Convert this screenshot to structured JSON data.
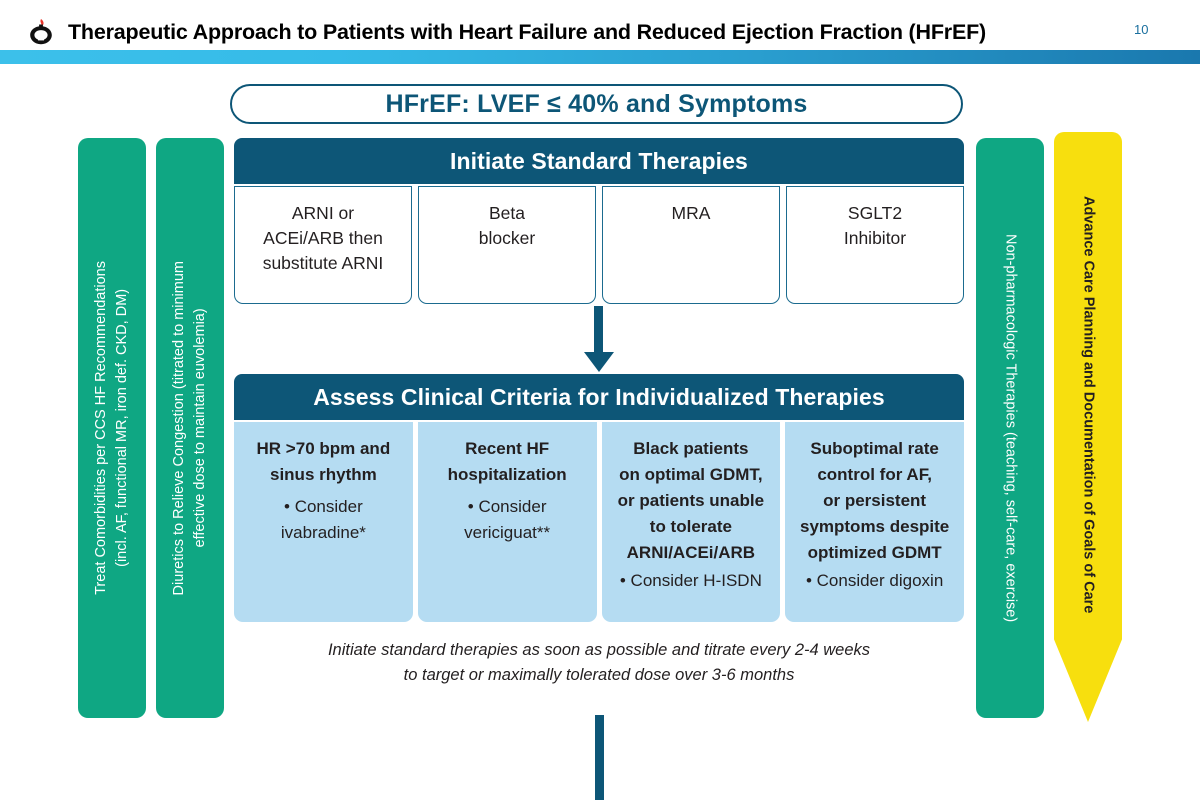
{
  "header": {
    "logo_icon": "ccs-flame-heart-logo",
    "title": "Therapeutic Approach to Patients with Heart Failure and Reduced Ejection Fraction (HFrEF)",
    "page_number": "10",
    "rule_gradient_from": "#3cc0ea",
    "rule_gradient_to": "#1a78ae"
  },
  "top_banner": {
    "label": "HFrEF: LVEF ≤ 40% and Symptoms",
    "color": "#0d5677"
  },
  "side_bars": {
    "left": [
      {
        "name": "treat-comorbidities",
        "text": "Treat Comorbidities per CCS HF Recommendations\n(incl. AF, functional MR, iron def. CKD, DM)",
        "color": "#0fa783"
      },
      {
        "name": "diuretics",
        "text": "Diuretics to Relieve Congestion (titrated to minimum\neffective dose to maintain euvolemia)",
        "color": "#0fa783"
      }
    ],
    "right": [
      {
        "name": "non-pharmacologic-therapies",
        "text": "Non-pharmacologic Therapies (teaching, self-care, exercise)",
        "color": "#0fa783"
      },
      {
        "name": "advance-care-planning",
        "text": "Advance Care Planning and Documentation of Goals of Care",
        "color": "#f7df0e"
      }
    ]
  },
  "standard_therapies": {
    "header": "Initiate Standard Therapies",
    "cards": [
      {
        "label": "ARNI or\nACEi/ARB then\nsubstitute ARNI"
      },
      {
        "label": "Beta\nblocker"
      },
      {
        "label": "MRA"
      },
      {
        "label": "SGLT2\nInhibitor"
      }
    ]
  },
  "individualized_therapies": {
    "header": "Assess Clinical Criteria for Individualized Therapies",
    "cards": [
      {
        "title": "HR >70 bpm and\nsinus rhythm",
        "bullets": "• Consider\nivabradine*"
      },
      {
        "title": "Recent HF\nhospitalization",
        "bullets": "• Consider\nvericiguat**"
      },
      {
        "title": "Black patients\non optimal GDMT,\nor patients unable\nto tolerate\nARNI/ACEi/ARB",
        "bullets": "• Consider H-ISDN"
      },
      {
        "title": "Suboptimal rate\ncontrol for AF,\nor persistent\nsymptoms despite\noptimized GDMT",
        "bullets": "• Consider digoxin"
      }
    ]
  },
  "footnote": "Initiate standard therapies as soon as possible and titrate every 2-4 weeks\nto target or maximally tolerated dose over 3-6 months"
}
